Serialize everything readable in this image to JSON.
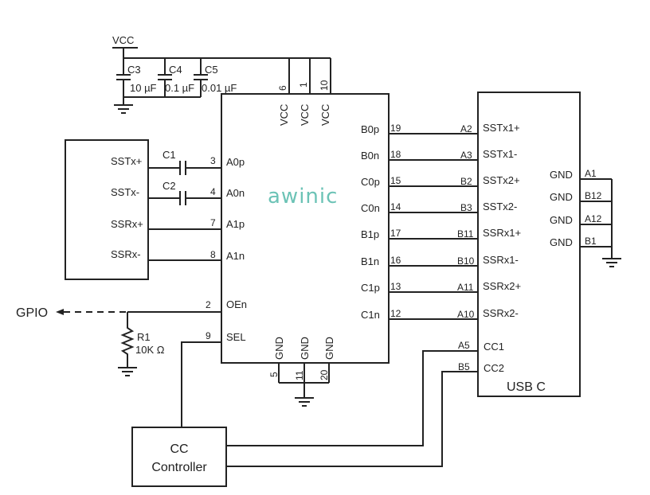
{
  "power": {
    "vcc_label": "VCC",
    "capacitors": [
      {
        "ref": "C3",
        "value": "10 µF"
      },
      {
        "ref": "C4",
        "value": "0.1 µF"
      },
      {
        "ref": "C5",
        "value": "0.01 µF"
      }
    ]
  },
  "chip": {
    "logo": "awinic",
    "vcc_pins": [
      {
        "num": "6",
        "name": "VCC"
      },
      {
        "num": "1",
        "name": "VCC"
      },
      {
        "num": "10",
        "name": "VCC"
      }
    ],
    "gnd_pins": [
      {
        "num": "5",
        "name": "GND"
      },
      {
        "num": "11",
        "name": "GND"
      },
      {
        "num": "20",
        "name": "GND"
      }
    ],
    "left_pins": [
      {
        "num": "3",
        "name": "A0p"
      },
      {
        "num": "4",
        "name": "A0n"
      },
      {
        "num": "7",
        "name": "A1p"
      },
      {
        "num": "8",
        "name": "A1n"
      },
      {
        "num": "2",
        "name": "OEn"
      },
      {
        "num": "9",
        "name": "SEL"
      }
    ],
    "right_pins": [
      {
        "num": "19",
        "name": "B0p"
      },
      {
        "num": "18",
        "name": "B0n"
      },
      {
        "num": "15",
        "name": "C0p"
      },
      {
        "num": "14",
        "name": "C0n"
      },
      {
        "num": "17",
        "name": "B1p"
      },
      {
        "num": "16",
        "name": "B1n"
      },
      {
        "num": "13",
        "name": "C1p"
      },
      {
        "num": "12",
        "name": "C1n"
      }
    ]
  },
  "host": {
    "signals": [
      "SSTx+",
      "SSTx-",
      "SSRx+",
      "SSRx-"
    ],
    "coupling_caps": [
      "C1",
      "C2"
    ]
  },
  "gpio": {
    "label": "GPIO",
    "resistor_ref": "R1",
    "resistor_value": "10K Ω"
  },
  "usbc": {
    "title": "USB C",
    "pins": [
      {
        "pin": "A2",
        "name": "SSTx1+"
      },
      {
        "pin": "A3",
        "name": "SSTx1-"
      },
      {
        "pin": "B2",
        "name": "SSTx2+"
      },
      {
        "pin": "B3",
        "name": "SSTx2-"
      },
      {
        "pin": "B11",
        "name": "SSRx1+"
      },
      {
        "pin": "B10",
        "name": "SSRx1-"
      },
      {
        "pin": "A11",
        "name": "SSRx2+"
      },
      {
        "pin": "A10",
        "name": "SSRx2-"
      }
    ],
    "cc_pins": [
      {
        "pin": "A5",
        "name": "CC1"
      },
      {
        "pin": "B5",
        "name": "CC2"
      }
    ],
    "gnd_pins": [
      {
        "pin": "A1",
        "name": "GND"
      },
      {
        "pin": "B12",
        "name": "GND"
      },
      {
        "pin": "A12",
        "name": "GND"
      },
      {
        "pin": "B1",
        "name": "GND"
      }
    ]
  },
  "cc_controller": {
    "line1": "CC",
    "line2": "Controller"
  }
}
